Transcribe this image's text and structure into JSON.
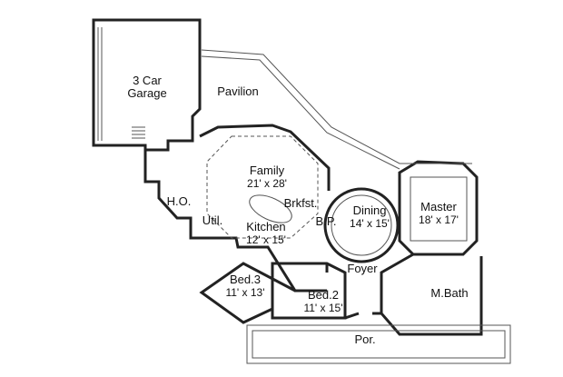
{
  "rooms": {
    "garage": {
      "name": "3 Car\nGarage",
      "line1": "3 Car",
      "line2": "Garage"
    },
    "pavilion": {
      "name": "Pavilion"
    },
    "family": {
      "name": "Family",
      "size": "21' x 28'"
    },
    "brkfst": {
      "name": "Brkfst."
    },
    "dining": {
      "name": "Dining",
      "size": "14' x 15'"
    },
    "bp": {
      "name": "B.P."
    },
    "master": {
      "name": "Master",
      "size": "18' x 17'"
    },
    "ho": {
      "name": "H.O."
    },
    "util": {
      "name": "Util."
    },
    "kitchen": {
      "name": "Kitchen",
      "size": "12' x 15'"
    },
    "foyer": {
      "name": "Foyer"
    },
    "bed3": {
      "name": "Bed.3",
      "size": "11' x 13'"
    },
    "bed2": {
      "name": "Bed.2",
      "size": "11' x 15'"
    },
    "mbath": {
      "name": "M.Bath"
    },
    "porch": {
      "name": "Por."
    }
  }
}
